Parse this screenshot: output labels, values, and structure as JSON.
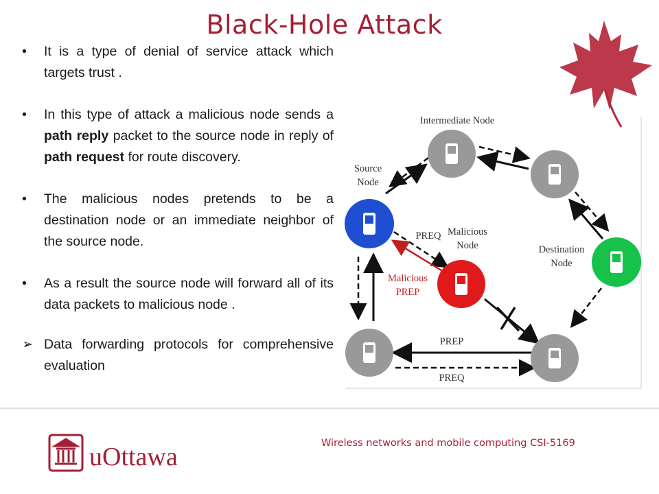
{
  "slide": {
    "title": "Black-Hole Attack",
    "footer": "Wireless networks and mobile computing CSI-5169",
    "logo_text": "uOttawa"
  },
  "bullets": [
    {
      "marker": "•",
      "parts": [
        "It is a type of denial of service attack which targets trust ."
      ]
    },
    {
      "marker": "•",
      "parts": [
        "In this type of attack a malicious node sends a ",
        "path reply",
        " packet to the source node in reply of ",
        "path request",
        "  for route discovery."
      ]
    },
    {
      "marker": "•",
      "parts": [
        "The malicious nodes pretends to be a destination node or an immediate neighbor of the source node."
      ]
    },
    {
      "marker": "•",
      "parts": [
        "As a result the source node will forward all of its data packets to malicious node ."
      ]
    },
    {
      "marker": "➢",
      "parts": [
        "Data forwarding protocols for comprehensive evaluation"
      ]
    }
  ],
  "diagram": {
    "intermediate_label": "Intermediate Node",
    "source_label": [
      "Source",
      "Node"
    ],
    "destination_label": [
      "Destination",
      "Node"
    ],
    "malicious_label": [
      "Malicious",
      "Node"
    ],
    "malicious_prep_label": [
      "Malicious",
      "PREP"
    ],
    "preq_top": "PREQ",
    "prep_bottom": "PREP",
    "preq_bottom": "PREQ",
    "colors": {
      "source": "#1f4fd0",
      "destination": "#16c24a",
      "malicious": "#e01a1a",
      "neutral": "#999999",
      "red_arrow": "#c22020"
    }
  }
}
